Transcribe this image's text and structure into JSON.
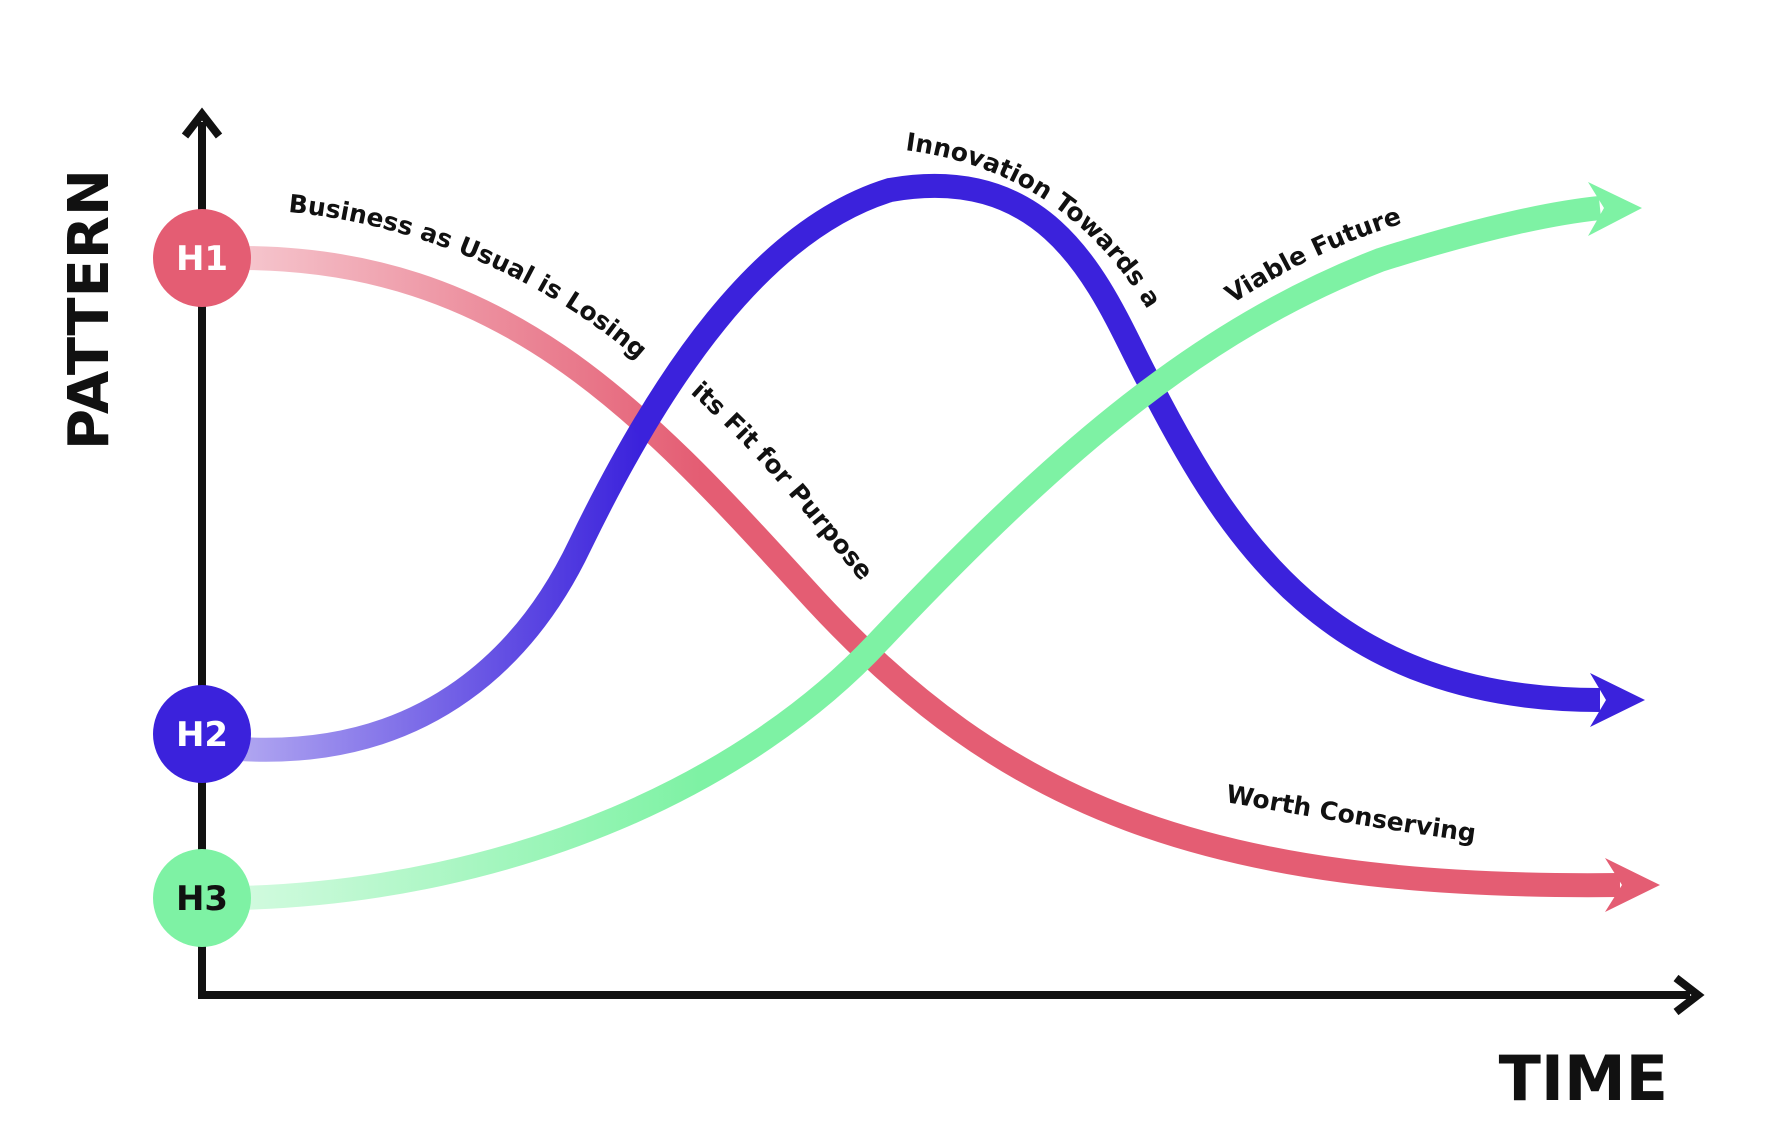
{
  "axes": {
    "y_label": "PATTERN",
    "x_label": "TIME"
  },
  "horizons": [
    {
      "id": "h1",
      "label": "H1",
      "color": "#E45D73"
    },
    {
      "id": "h2",
      "label": "H2",
      "color": "#3B22DC"
    },
    {
      "id": "h3",
      "label": "H3",
      "color": "#7EF2A4"
    }
  ],
  "curve_texts": {
    "h1_part1": "Business as Usual is Losing",
    "h1_part2": "its Fit for Purpose",
    "h1_part3": "Worth Conserving",
    "h2_part1": "Innovation Towards a",
    "h3_part1": "Viable Future"
  },
  "colors": {
    "axis": "#111111",
    "background": "#FFFFFF"
  }
}
